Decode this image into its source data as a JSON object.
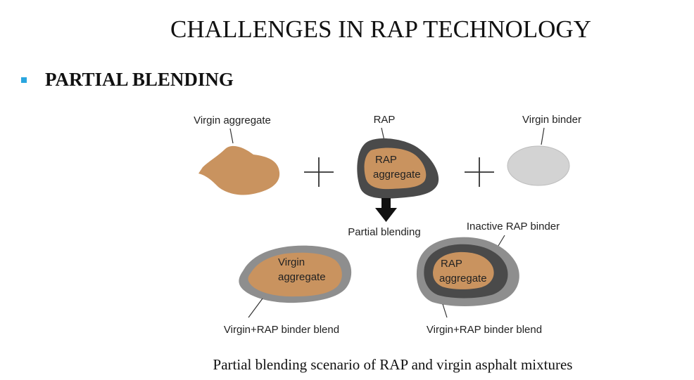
{
  "slide": {
    "title": "CHALLENGES IN RAP TECHNOLOGY",
    "bullet": "PARTIAL BLENDING",
    "caption": "Partial blending scenario of RAP and virgin asphalt mixtures"
  },
  "diagram": {
    "virgin_aggregate_label": "Virgin aggregate",
    "rap_label": "RAP",
    "rap_inner_line1": "RAP",
    "rap_inner_line2": "aggregate",
    "virgin_binder_label": "Virgin binder",
    "plus_symbol": "+",
    "partial_blending_label": "Partial blending",
    "inactive_rap_binder_label": "Inactive RAP binder",
    "left_result_line1": "Virgin",
    "left_result_line2": "aggregate",
    "right_result_line1": "RAP",
    "right_result_line2": "aggregate",
    "left_blend_label": "Virgin+RAP binder blend",
    "right_blend_label": "Virgin+RAP binder blend"
  },
  "colors": {
    "aggregate": "#c9935f",
    "rap_binder": "#4a4a4a",
    "blend_binder": "#8e8e8e",
    "virgin_binder": "#d3d3d3",
    "bullet": "#2aa6df"
  }
}
